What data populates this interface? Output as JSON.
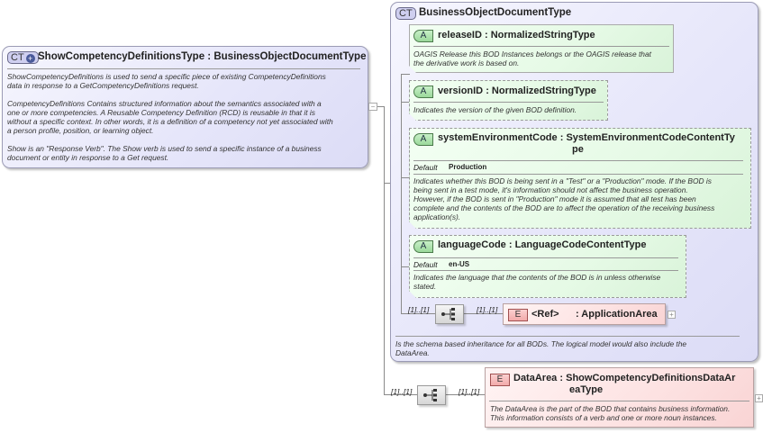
{
  "root": {
    "badge": "CT",
    "name": "ShowCompetencyDefinitionsType",
    "separator": ":",
    "base_type": "BusinessObjectDocumentType",
    "doc_lines": [
      "ShowCompetencyDefinitions is used to send a specific piece of existing CompetencyDefinitions",
      "data in response to a GetCompetencyDefinitions request.",
      "",
      "CompetencyDefinitions  Contains structured information about the semantics associated with a",
      "one or more competencies. A Reusable Competency Definition (RCD) is reusable in that it is",
      "without a specific context. In other words, it is a definition of a competency not yet associated with",
      "a person profile, position, or learning object.",
      "",
      "Show is an \"Response Verb\". The Show verb is used to send a specific instance of a business",
      "document or entity in response to a Get request."
    ],
    "collapse_toggle": "−"
  },
  "base": {
    "badge": "CT",
    "name": "BusinessObjectDocumentType",
    "doc_lines": [
      "Is the schema based inheritance for all BODs. The logical model would also include the",
      "DataArea."
    ],
    "attributes": [
      {
        "badge": "A",
        "name": "releaseID",
        "type": "NormalizedStringType",
        "doc_lines": [
          "OAGIS Release this BOD Instances belongs or the OAGIS release that",
          "the derivative work is based on."
        ]
      },
      {
        "badge": "A",
        "name": "versionID",
        "type": "NormalizedStringType",
        "doc_lines": [
          "Indicates the version of the given BOD definition."
        ]
      },
      {
        "badge": "A",
        "name": "systemEnvironmentCode",
        "type_line1": "SystemEnvironmentCodeContentTy",
        "type_line2": "pe",
        "default_label": "Default",
        "default_value": "Production",
        "doc_lines": [
          "Indicates whether this BOD is being sent in a \"Test\" or a \"Production\" mode. If the BOD is",
          "being sent in a test mode, it's information should not affect the business operation.",
          "However, if the BOD is sent in \"Production\" mode it is assumed that all test has been",
          "complete and the contents of the BOD are to affect the operation of the receiving business",
          "application(s)."
        ]
      },
      {
        "badge": "A",
        "name": "languageCode",
        "type": "LanguageCodeContentType",
        "default_label": "Default",
        "default_value": "en-US",
        "doc_lines": [
          "Indicates the language that the contents of the BOD is in unless otherwise",
          "stated."
        ]
      }
    ],
    "sequence": {
      "cardinality": "[1]..[1]",
      "element": {
        "badge": "E",
        "cardinality": "[1]..[1]",
        "ref": "<Ref>",
        "name": ": ApplicationArea",
        "expand": "+"
      }
    }
  },
  "data_area": {
    "sequence_cardinality": "[1]..[1]",
    "element_cardinality": "[1]..[1]",
    "badge": "E",
    "name": "DataArea",
    "separator": ":",
    "type_line1": "ShowCompetencyDefinitionsDataAr",
    "type_line2": "eaType",
    "doc_lines": [
      "The DataArea is the part of the BOD that contains business information.",
      "This information consists of a verb and one or more noun instances."
    ],
    "expand": "+"
  }
}
